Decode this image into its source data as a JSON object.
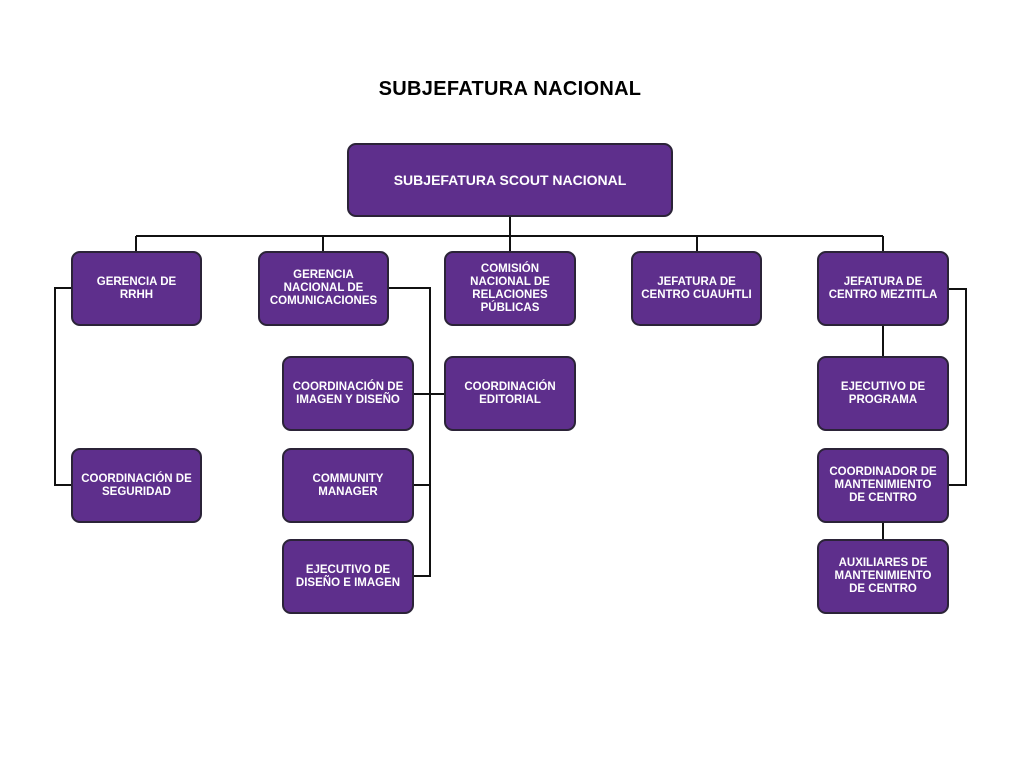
{
  "colors": {
    "box_fill": "#5e2f8c",
    "box_border": "#2b2338",
    "line": "#111111",
    "text": "#ffffff"
  },
  "title": "SUBJEFATURA NACIONAL",
  "nodes": {
    "top": "SUBJEFATURA SCOUT NACIONAL",
    "rrhh": "GERENCIA DE\nRRHH",
    "comunicaciones": "GERENCIA\nNACIONAL DE\nCOMUNICACIONES",
    "relaciones": "COMISIÓN\nNACIONAL DE\nRELACIONES\nPÚBLICAS",
    "cuauhtli": "JEFATURA DE\nCENTRO CUAUHTLI",
    "meztitla": "JEFATURA DE\nCENTRO MEZTITLA",
    "seguridad": "COORDINACIÓN DE\nSEGURIDAD",
    "imagen_diseno": "COORDINACIÓN DE\nIMAGEN Y DISEÑO",
    "community": "COMMUNITY\nMANAGER",
    "ejecutivo_diseno": "EJECUTIVO DE\nDISEÑO E IMAGEN",
    "editorial": "COORDINACIÓN\nEDITORIAL",
    "programa": "EJECUTIVO DE\nPROGRAMA",
    "coord_mantenimiento": "COORDINADOR DE\nMANTENIMIENTO\nDE CENTRO",
    "aux_mantenimiento": "AUXILIARES DE\nMANTENIMIENTO\nDE CENTRO"
  }
}
